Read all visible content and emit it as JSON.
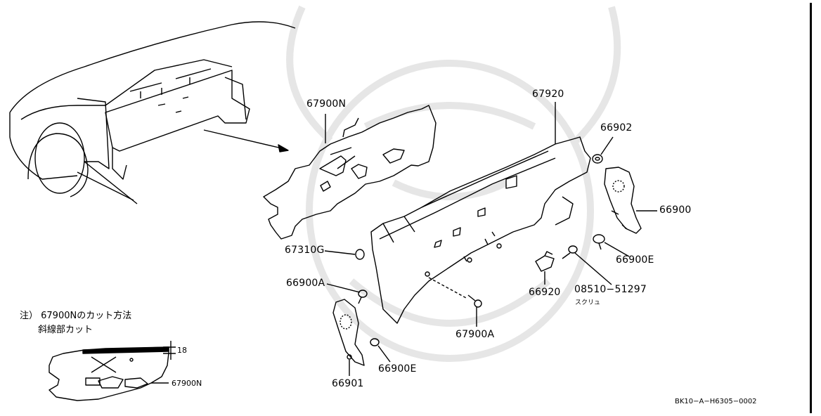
{
  "parts": {
    "p67900N": "67900N",
    "p67920": "67920",
    "p66902": "66902",
    "p66900": "66900",
    "p66900E_right": "66900E",
    "p67310G": "67310G",
    "p66900A": "66900A",
    "p66920": "66920",
    "p08510": "08510−51297",
    "p08510_sub": "スクリュ",
    "p67900A": "67900A",
    "p66900E_left": "66900E",
    "p66901": "66901"
  },
  "note": {
    "line1": "注） 67900Nのカット方法",
    "line2": "斜線部カット",
    "dim": "18",
    "part": "67900N"
  },
  "diagram_code": "BK10−A−H6305−0002"
}
